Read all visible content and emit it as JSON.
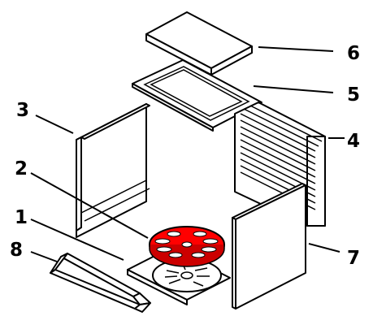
{
  "diagram": {
    "callouts": [
      {
        "id": "1",
        "label": "1"
      },
      {
        "id": "2",
        "label": "2"
      },
      {
        "id": "3",
        "label": "3"
      },
      {
        "id": "4",
        "label": "4"
      },
      {
        "id": "5",
        "label": "5"
      },
      {
        "id": "6",
        "label": "6"
      },
      {
        "id": "7",
        "label": "7"
      },
      {
        "id": "8",
        "label": "8"
      }
    ],
    "highlight_color": "#ff0000",
    "line_color": "#000000",
    "background_color": "#ffffff"
  }
}
